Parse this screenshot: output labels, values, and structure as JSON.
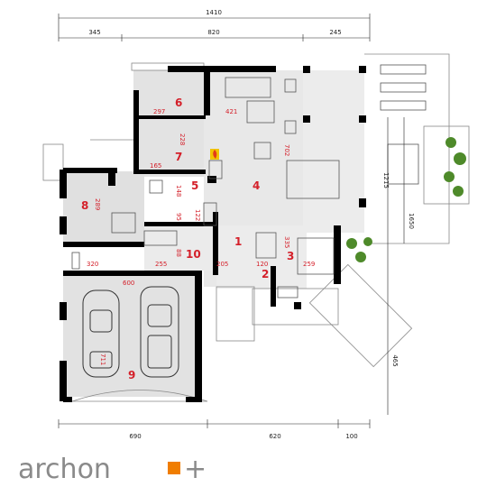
{
  "brand": {
    "name": "archon",
    "suffix": "+"
  },
  "dimensions": {
    "top_total": "1410",
    "top_left": "345",
    "top_mid": "820",
    "top_right": "245",
    "bottom_left": "690",
    "bottom_mid": "620",
    "bottom_right": "100",
    "right_a": "1215",
    "right_b": "1650",
    "right_c": "465"
  },
  "room_numbers": {
    "r1": "1",
    "r2": "2",
    "r3": "3",
    "r4": "4",
    "r5": "5",
    "r6": "6",
    "r7": "7",
    "r8": "8",
    "r9": "9",
    "r10": "10"
  },
  "room_dims": {
    "d297": "297",
    "d421": "421",
    "d228": "228",
    "d165": "165",
    "d148": "148",
    "d702": "702",
    "d335": "335",
    "d289": "289",
    "d95": "95",
    "d122": "122",
    "d88": "88",
    "d255": "255",
    "d205": "205",
    "d120": "120",
    "d259": "259",
    "d320": "320",
    "d600": "600",
    "d711": "711"
  },
  "colors": {
    "wall": "#000000",
    "dim_text": "#222222",
    "room_label": "#d4202a",
    "floor": "#e6e6e6",
    "logo_accent": "#f07d00"
  },
  "icons": [
    "car-icon",
    "plant-icon",
    "fireplace-icon"
  ]
}
